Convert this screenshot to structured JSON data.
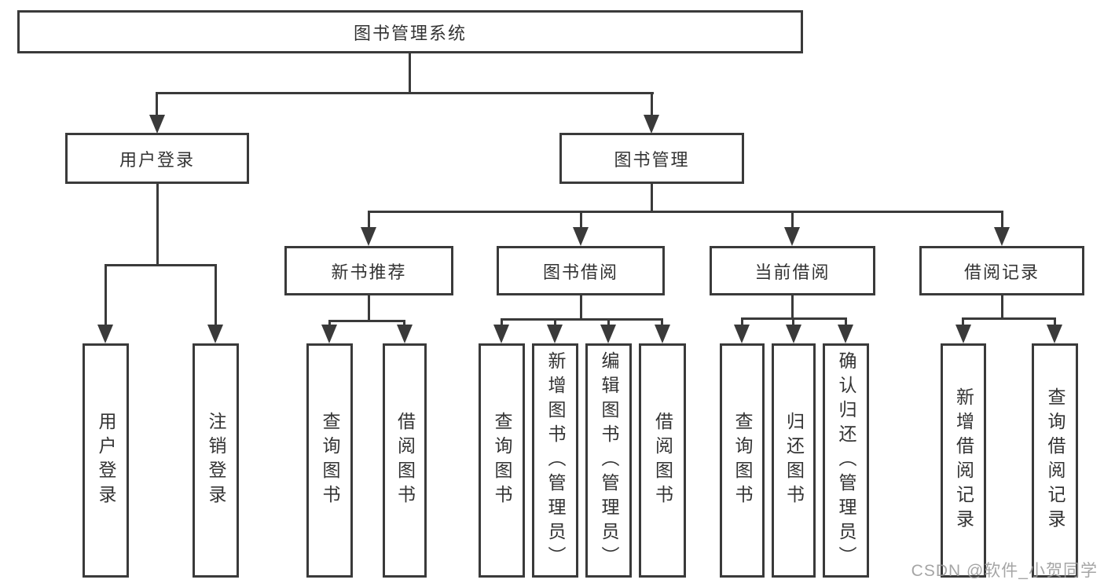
{
  "nodes": {
    "root": "图书管理系统",
    "level1": [
      "用户登录",
      "图书管理"
    ],
    "level2": [
      "新书推荐",
      "图书借阅",
      "当前借阅",
      "借阅记录"
    ],
    "level3": {
      "user_login": [
        "用户登录",
        "注销登录"
      ],
      "new_books": [
        "查询图书",
        "借阅图书"
      ],
      "book_borrow": [
        "查询图书",
        "新增图书（管理员）",
        "编辑图书（管理员）",
        "借阅图书"
      ],
      "current_borrow": [
        "查询图书",
        "归还图书",
        "确认归还（管理员）"
      ],
      "borrow_records": [
        "新增借阅记录",
        "查询借阅记录"
      ]
    }
  },
  "watermark": "CSDN @软件_小贺同学",
  "colors": {
    "line": "#3a3a3a",
    "text": "#333333",
    "background": "#ffffff"
  }
}
